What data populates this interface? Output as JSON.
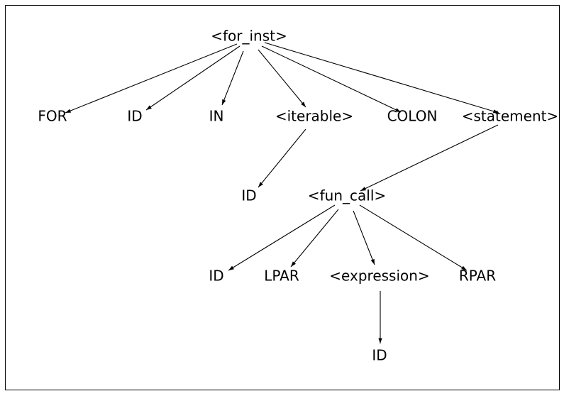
{
  "tree": {
    "nodes": [
      {
        "id": "for_inst",
        "label": "<for_inst>"
      },
      {
        "id": "for",
        "label": "FOR"
      },
      {
        "id": "id1",
        "label": "ID"
      },
      {
        "id": "in",
        "label": "IN"
      },
      {
        "id": "iterable",
        "label": "<iterable>"
      },
      {
        "id": "colon",
        "label": "COLON"
      },
      {
        "id": "statement",
        "label": "<statement>"
      },
      {
        "id": "id2",
        "label": "ID"
      },
      {
        "id": "fun_call",
        "label": "<fun_call>"
      },
      {
        "id": "id3",
        "label": "ID"
      },
      {
        "id": "lpar",
        "label": "LPAR"
      },
      {
        "id": "expression",
        "label": "<expression>"
      },
      {
        "id": "rpar",
        "label": "RPAR"
      },
      {
        "id": "id4",
        "label": "ID"
      }
    ],
    "edges": [
      [
        "for_inst",
        "for"
      ],
      [
        "for_inst",
        "id1"
      ],
      [
        "for_inst",
        "in"
      ],
      [
        "for_inst",
        "iterable"
      ],
      [
        "for_inst",
        "colon"
      ],
      [
        "for_inst",
        "statement"
      ],
      [
        "iterable",
        "id2"
      ],
      [
        "statement",
        "fun_call"
      ],
      [
        "fun_call",
        "id3"
      ],
      [
        "fun_call",
        "lpar"
      ],
      [
        "fun_call",
        "expression"
      ],
      [
        "fun_call",
        "rpar"
      ],
      [
        "expression",
        "id4"
      ]
    ]
  }
}
